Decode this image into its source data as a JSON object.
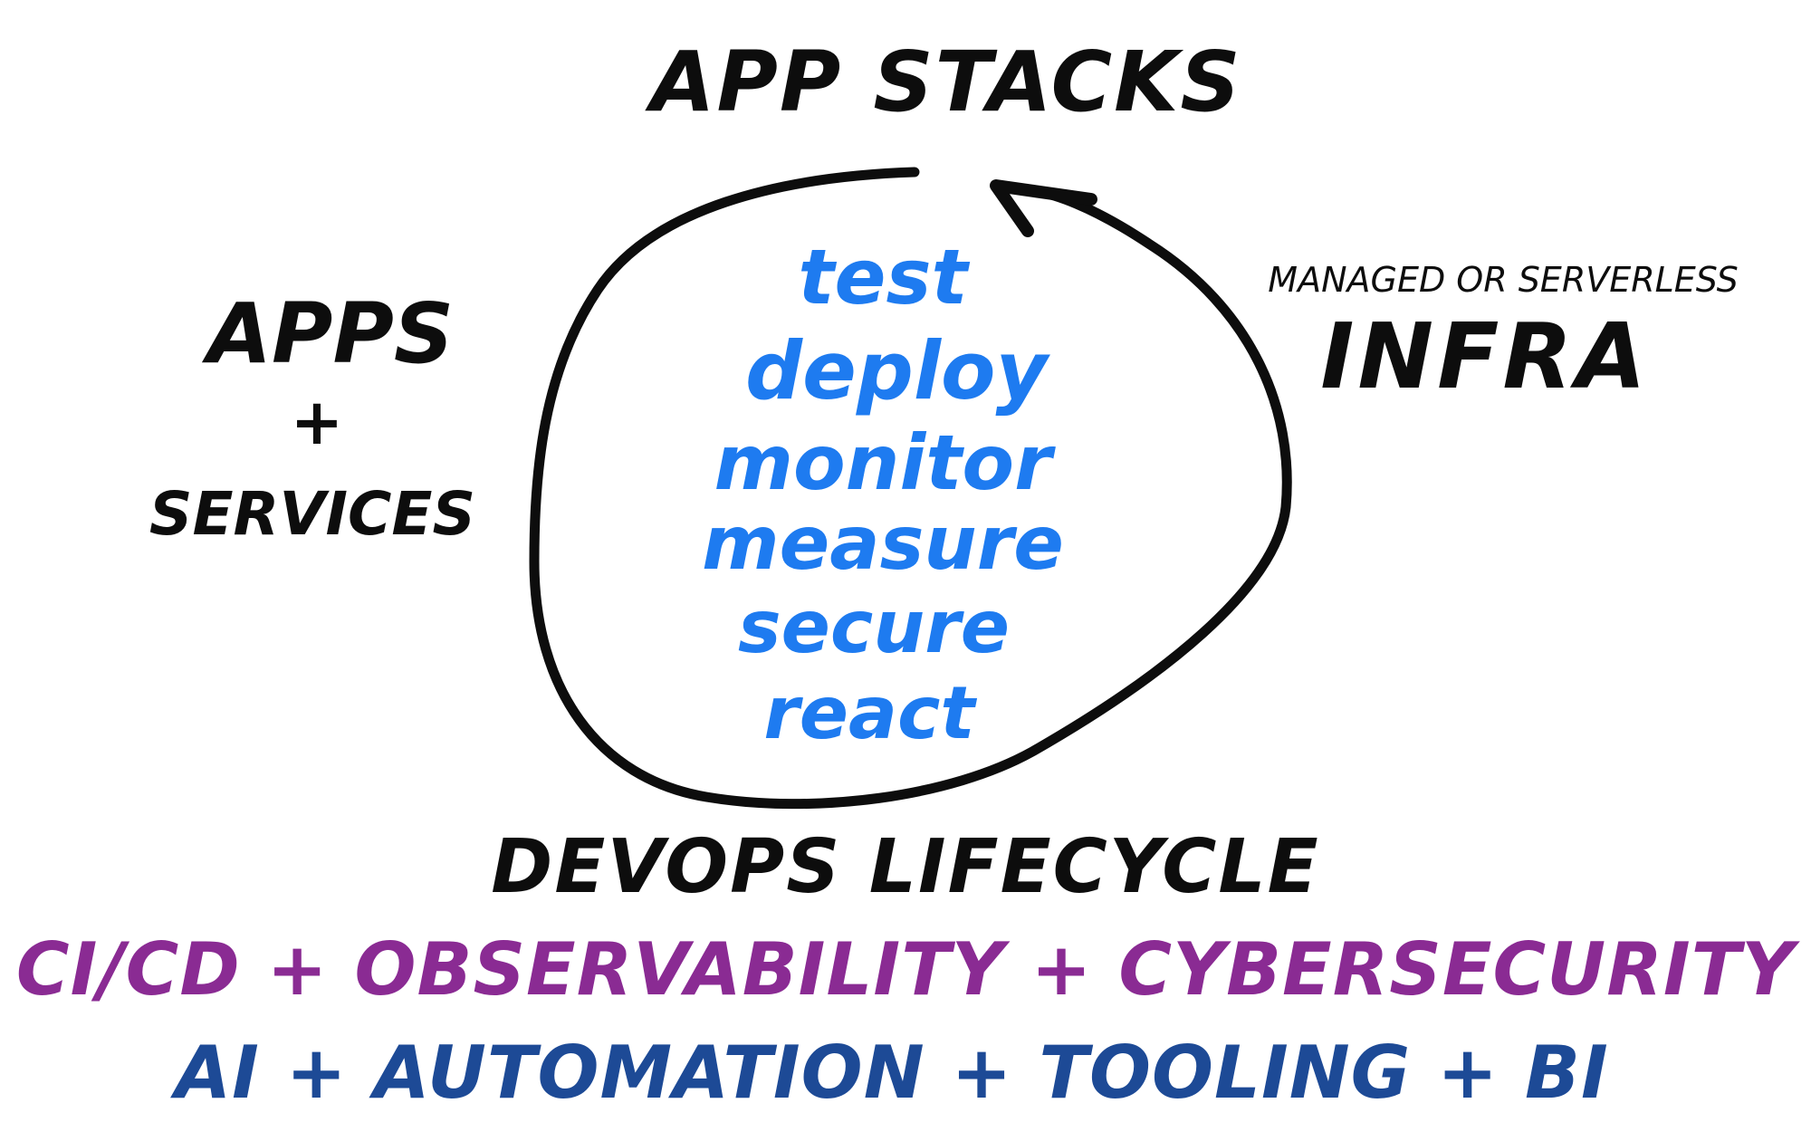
{
  "diagram": {
    "title": "APP STACKS",
    "left_label": {
      "line1": "APPS",
      "line2": "+",
      "line3": "SERVICES"
    },
    "right_label": {
      "caption": "MANAGED OR SERVERLESS",
      "main": "INFRA"
    },
    "cycle": {
      "steps": [
        "test",
        "deploy",
        "monitor",
        "measure",
        "secure",
        "react"
      ],
      "label": "DEVOPS LIFECYCLE"
    },
    "footer": {
      "line1": "CI/CD + OBSERVABILITY + CYBERSECURITY",
      "line2": "AI + AUTOMATION + TOOLING + BI"
    },
    "colors": {
      "ink": "#0d0d0d",
      "steps": "#1e7bf0",
      "footer_line1": "#8a2b93",
      "footer_line2": "#1d4a96"
    }
  }
}
